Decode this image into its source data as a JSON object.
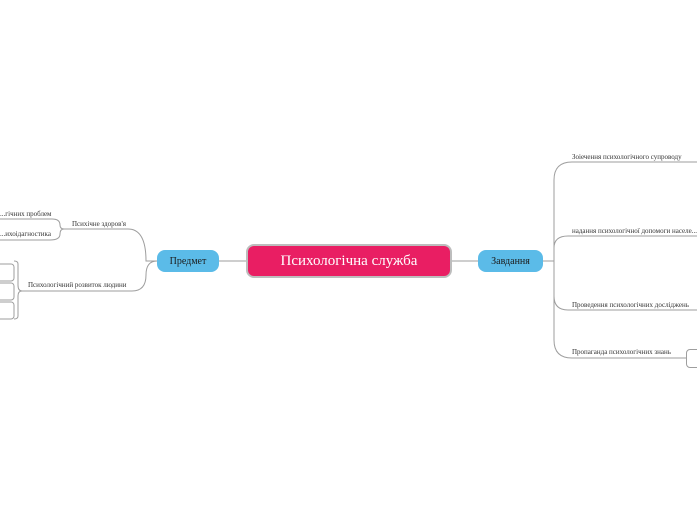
{
  "central": "Психологічна служба",
  "left_branch": {
    "label": "Предмет",
    "children": [
      {
        "label": "Психічне здоров'я",
        "sub": [
          "...гічних проблем",
          "...ихоідагностика"
        ]
      },
      {
        "label": "Психологічний розвиток людини"
      }
    ]
  },
  "right_branch": {
    "label": "Завдання",
    "children": [
      "Зоіечення психологічного супроводу",
      "надання психологічної допомоги населе...",
      "Проведення психологічних досліджень",
      "Пропаганда психологічних знань"
    ]
  },
  "colors": {
    "central": "#e91e63",
    "main": "#5bbbe8",
    "line": "#9e9e9e"
  }
}
